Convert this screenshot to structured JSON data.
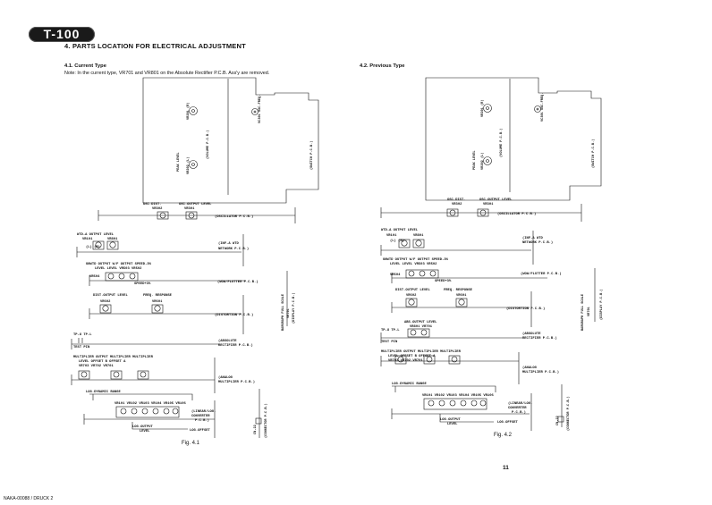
{
  "header": {
    "logo": "T-100",
    "title": "4.  PARTS LOCATION FOR ELECTRICAL ADJUSTMENT"
  },
  "left": {
    "heading": "4.1.  Current Type",
    "note": "Note:  In the current type,  VR701 and VR801 on the Absolute Rectifier P.C.B. Ass'y are removed.",
    "caption": "Fig. 4.1",
    "labels": {
      "peak_level": "PEAK LEVEL",
      "vr201_r": "VR201 (R)",
      "vr202_l": "VR202 (L)",
      "volume": "(VOLUME P.C.B.)",
      "vc301": "VC301 OSC.FREQ.",
      "switch": "(SWITCH P.C.B.)",
      "osc_dist": "OSC.DIST.",
      "vr302": "VR302",
      "osc_out": "OSC.OUTPUT LEVEL",
      "vr301": "VR301",
      "oscillator": "(OSCILLATOR P.C.B.)",
      "wtd": "WTD-A OUTPUT LEVEL",
      "vr101": "VR101",
      "vr801": "VR801",
      "lr": "(L)        (R)",
      "inf": "(INF-A WTD",
      "inf2": "NETWORK P.C.B.)",
      "unwtd": "UNWTD OUTPUT   W/F OUTPUT    SPEED-3%",
      "levels": "LEVEL    LEVEL  VR503    VR502",
      "vr504": "VR504",
      "vr505": "VR505",
      "speed3": "SPEED+3%",
      "wow": "(WOW/FLUTTER P.C.B.)",
      "dist_out": "DIST.OUTPUT LEVEL",
      "freq_resp": "FREQ. RESPONSE",
      "vr602": "VR602",
      "vr601": "VR601",
      "distortion": "(DISTORTION P.C.B.)",
      "tp": "TP-8 TP-L",
      "test_pin": "TEST PIN",
      "absolute": "(ABSOLUTE",
      "rectifier": "RECTIFIER P.C.B.)",
      "multiplier": "MULTIPLIER OUTPUT   MULTIPLIER   MULTIPLIER",
      "mult2": "LEVEL        OFFSET B     OFFSET A",
      "mult3": "VR703         VR702         VR701",
      "analog": "(ANALOG",
      "analog2": "MULTIPLIER P.C.B.)",
      "logdyn": "LOG.DYNAMIC RANGE",
      "vrrow": "VR101 VR102 VR103 VR104 VR105 VR106",
      "linear": "(LINEAR/LOG.",
      "linear2": "CONVERTER",
      "linear3": "P.C.B.)",
      "logout": "LOG.OUTPUT",
      "level": "LEVEL",
      "logoffset": "LOG.OFFSET",
      "bargraph": "BARGRAPH FULL SCALE",
      "vr701v": "VR701",
      "display": "(DISPLAY P.C.B.)",
      "cn": "CN-22",
      "connector": "(CONNECTOR P.C.B.)"
    }
  },
  "right": {
    "heading": "4.2.  Previous Type",
    "caption": "Fig. 4.2",
    "labels": {
      "abs_out": "ABS.OUTPUT LEVEL",
      "vr701": "VR801  VR701"
    }
  },
  "page_number": "11",
  "footer": "NAKA-00088 / DRUCK 2"
}
